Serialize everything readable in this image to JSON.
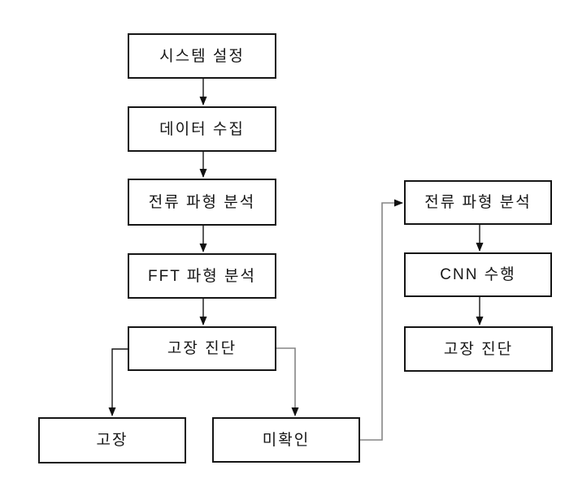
{
  "colors": {
    "background": "#ffffff",
    "box_border": "#151515",
    "text": "#151515",
    "line_black": "#151515",
    "line_gray": "#858585",
    "arrowhead": "#111111"
  },
  "diagram": {
    "nodes": [
      {
        "id": "system-setup",
        "label": "시스템 설정"
      },
      {
        "id": "data-collection",
        "label": "데이터 수집"
      },
      {
        "id": "current-waveform-analysis",
        "label": "전류 파형 분석"
      },
      {
        "id": "fft-waveform-analysis",
        "label": "FFT 파형 분석"
      },
      {
        "id": "fault-diagnosis",
        "label": "고장 진단"
      },
      {
        "id": "fault",
        "label": "고장"
      },
      {
        "id": "unconfirmed",
        "label": "미확인"
      },
      {
        "id": "current-waveform-analysis-2",
        "label": "전류 파형 분석"
      },
      {
        "id": "cnn-run",
        "label": "CNN 수행"
      },
      {
        "id": "fault-diagnosis-2",
        "label": "고장 진단"
      }
    ],
    "edges": [
      {
        "from": "system-setup",
        "to": "data-collection",
        "line_color": "black"
      },
      {
        "from": "data-collection",
        "to": "current-waveform-analysis",
        "line_color": "black"
      },
      {
        "from": "current-waveform-analysis",
        "to": "fft-waveform-analysis",
        "line_color": "black"
      },
      {
        "from": "fft-waveform-analysis",
        "to": "fault-diagnosis",
        "line_color": "black"
      },
      {
        "from": "fault-diagnosis",
        "to": "fault",
        "line_color": "black"
      },
      {
        "from": "fault-diagnosis",
        "to": "unconfirmed",
        "line_color": "gray"
      },
      {
        "from": "unconfirmed",
        "to": "current-waveform-analysis-2",
        "line_color": "gray"
      },
      {
        "from": "current-waveform-analysis-2",
        "to": "cnn-run",
        "line_color": "black"
      },
      {
        "from": "cnn-run",
        "to": "fault-diagnosis-2",
        "line_color": "black"
      }
    ]
  }
}
